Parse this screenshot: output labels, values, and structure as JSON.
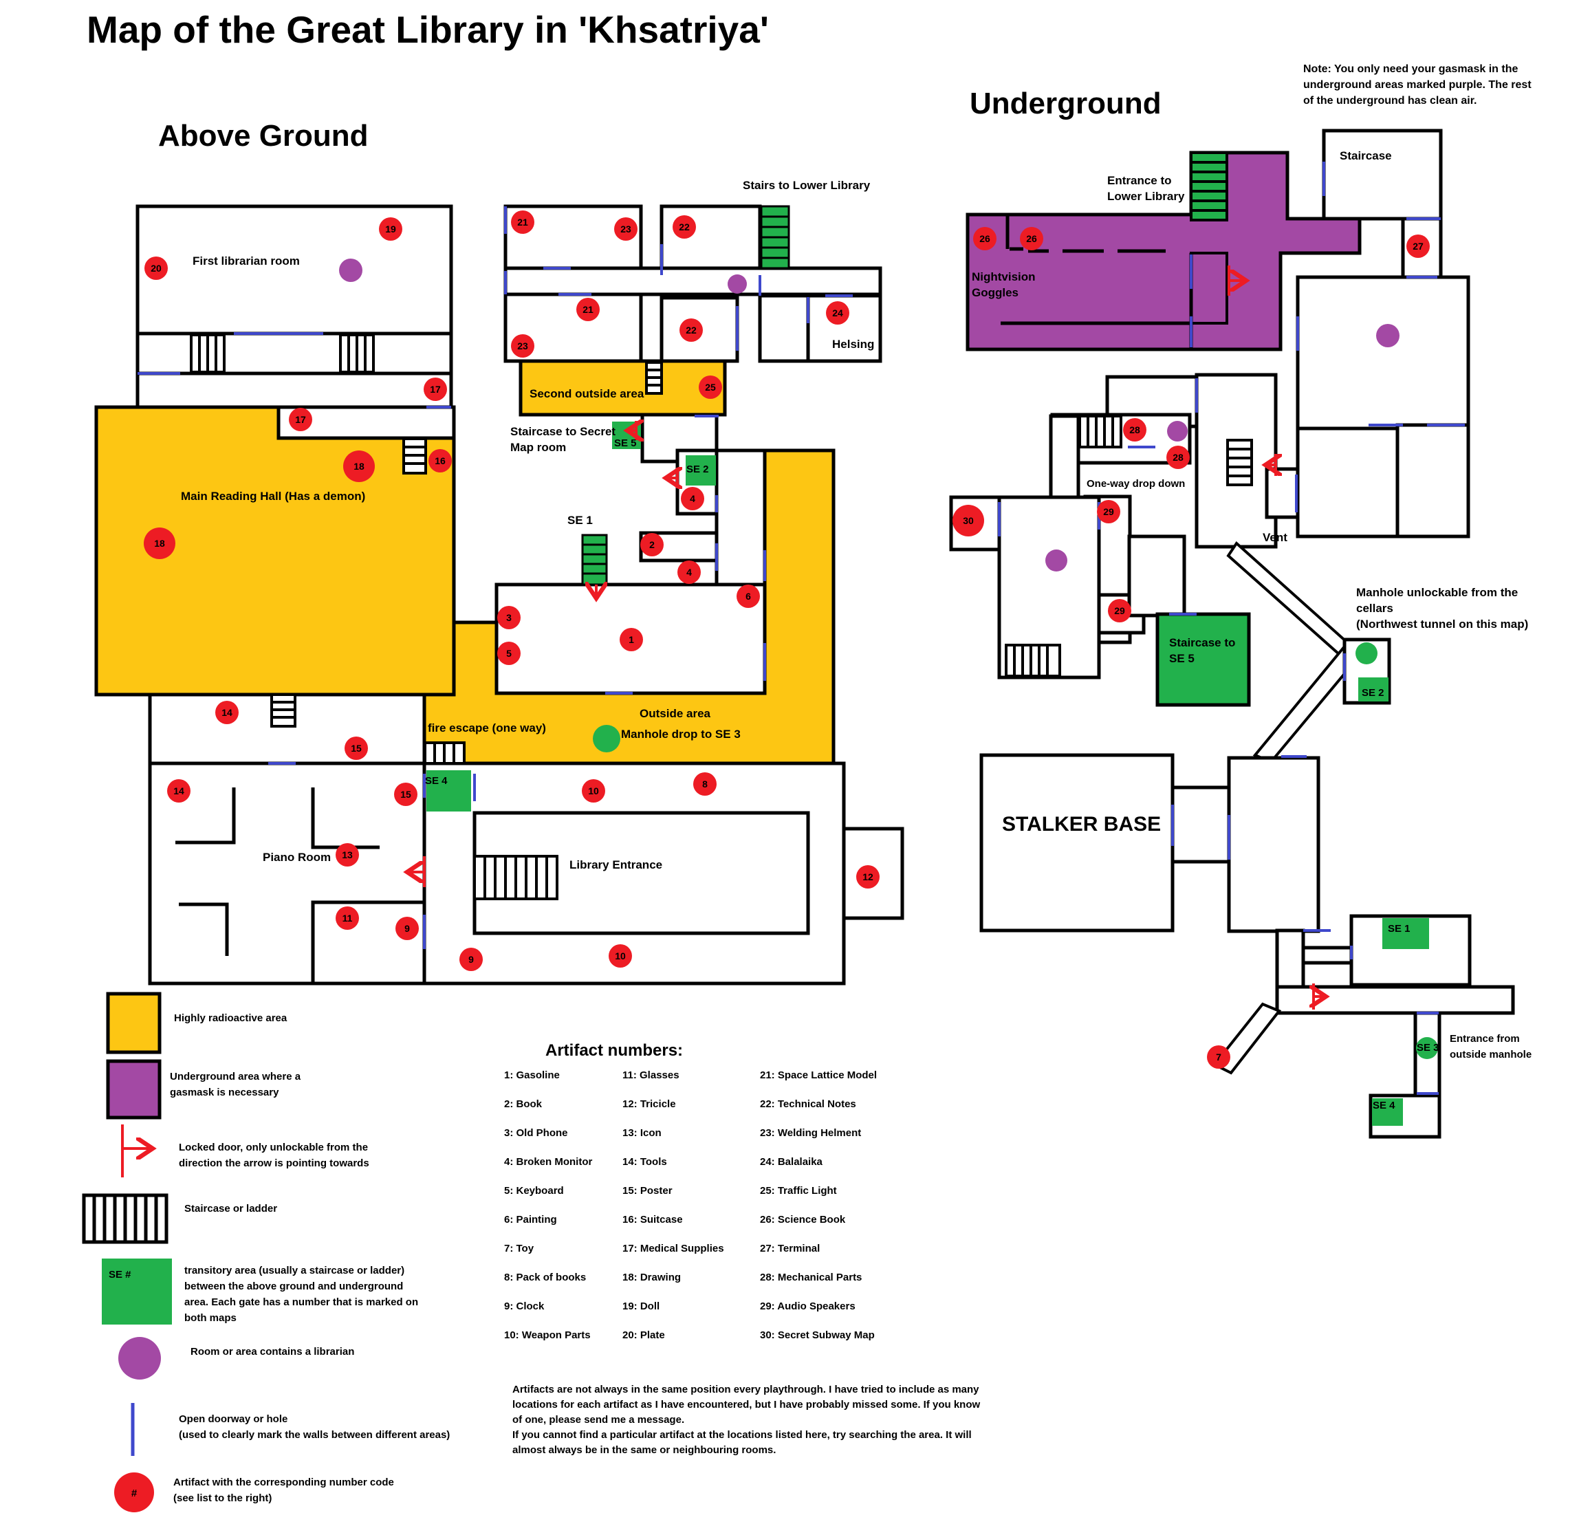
{
  "title": "Map of the Great Library in 'Khsatriya'",
  "sections": {
    "above": "Above Ground",
    "underground": "Underground"
  },
  "note": [
    "Note: You only need your gasmask in the",
    "underground areas marked purple. The rest",
    "of the underground has clean air."
  ],
  "colors": {
    "radioactive": "#fdc613",
    "gasmask": "#a349a4",
    "transit": "#22b14c",
    "artifact": "#ed1c24",
    "door": "#3f48cc",
    "librarian": "#a349a4",
    "locked": "#ed1c24"
  },
  "labels": {
    "stairs_lower": "Stairs to Lower Library",
    "first_librarian_room": "First librarian room",
    "helsing": "Helsing",
    "second_outside_area": "Second outside area",
    "staircase_secret_1": "Staircase to Secret",
    "staircase_secret_2": "Map room",
    "main_reading_hall": "Main Reading Hall (Has a demon)",
    "se1": "SE 1",
    "se2": "SE 2",
    "se3": "SE 3",
    "se4": "SE 4",
    "se5": "SE 5",
    "outside_area": "Outside area",
    "manhole_drop": "Manhole drop to SE 3",
    "fire_escape": "fire escape (one way)",
    "piano_room": "Piano Room",
    "library_entrance": "Library Entrance",
    "entrance_lower_1": "Entrance to",
    "entrance_lower_2": "Lower Library",
    "staircase": "Staircase",
    "nightvision_1": "Nightvision",
    "nightvision_2": "Goggles",
    "one_way_drop": "One-way drop down",
    "vent": "Vent",
    "manhole_1": "Manhole unlockable from the",
    "manhole_2": "cellars",
    "manhole_3": "(Northwest tunnel on this map)",
    "staircase_se5_1": "Staircase to",
    "staircase_se5_2": "SE 5",
    "stalker_base": "STALKER BASE",
    "entrance_outside_1": "Entrance from",
    "entrance_outside_2": "outside manhole"
  },
  "legend": {
    "radioactive": [
      "Highly radioactive area"
    ],
    "gasmask": [
      "Underground area where a",
      "gasmask is necessary"
    ],
    "locked": [
      "Locked door, only unlockable from the",
      "direction the arrow is pointing towards"
    ],
    "staircase": [
      "Staircase or ladder"
    ],
    "transit_box": "SE #",
    "transit": [
      "transitory area (usually a staircase or ladder)",
      "between the above ground and underground",
      "area. Each gate has a number that is marked on",
      "both maps"
    ],
    "librarian": [
      "Room or area contains a librarian"
    ],
    "door": [
      "Open doorway or hole",
      "(used to clearly mark the walls between different areas)"
    ],
    "artifact_marker": "#",
    "artifact": [
      "Artifact with the corresponding number code",
      "(see list to the right)"
    ]
  },
  "artifacts_heading": "Artifact numbers:",
  "artifacts": [
    [
      "1:",
      "Gasoline"
    ],
    [
      "2:",
      "Book"
    ],
    [
      "3:",
      "Old Phone"
    ],
    [
      "4:",
      "Broken Monitor"
    ],
    [
      "5:",
      "Keyboard"
    ],
    [
      "6:",
      "Painting"
    ],
    [
      "7:",
      "Toy"
    ],
    [
      "8:",
      "Pack of books"
    ],
    [
      "9:",
      "Clock"
    ],
    [
      "10:",
      "Weapon Parts"
    ],
    [
      "11:",
      "Glasses"
    ],
    [
      "12:",
      "Tricicle"
    ],
    [
      "13:",
      "Icon"
    ],
    [
      "14:",
      "Tools"
    ],
    [
      "15:",
      "Poster"
    ],
    [
      "16:",
      "Suitcase"
    ],
    [
      "17:",
      "Medical Supplies"
    ],
    [
      "18:",
      "Drawing"
    ],
    [
      "19:",
      "Doll"
    ],
    [
      "20:",
      "Plate"
    ],
    [
      "21:",
      "Space Lattice Model"
    ],
    [
      "22:",
      "Technical Notes"
    ],
    [
      "23:",
      "Welding Helment"
    ],
    [
      "24:",
      "Balalaika"
    ],
    [
      "25:",
      "Traffic Light"
    ],
    [
      "26:",
      "Science Book"
    ],
    [
      "27:",
      "Terminal"
    ],
    [
      "28:",
      "Mechanical Parts"
    ],
    [
      "29:",
      "Audio Speakers"
    ],
    [
      "30:",
      "Secret Subway Map"
    ]
  ],
  "footnote": [
    "Artifacts are not always in the same position every playthrough. I have tried to include as many",
    "locations for each artifact as I have encountered, but I have probably missed some. If you know",
    "of one, please send me a message.",
    "If you cannot find a particular artifact at the locations listed here, try searching the area. It will",
    "almost always be in the same or neighbouring rooms."
  ],
  "markers": [
    "1",
    "2",
    "3",
    "4",
    "4",
    "5",
    "6",
    "8",
    "9",
    "9",
    "10",
    "10",
    "11",
    "12",
    "13",
    "14",
    "14",
    "15",
    "15",
    "16",
    "17",
    "17",
    "18",
    "18",
    "19",
    "20",
    "21",
    "21",
    "22",
    "22",
    "23",
    "23",
    "24",
    "25",
    "26",
    "26",
    "27",
    "28",
    "28",
    "29",
    "29",
    "30",
    "7"
  ]
}
